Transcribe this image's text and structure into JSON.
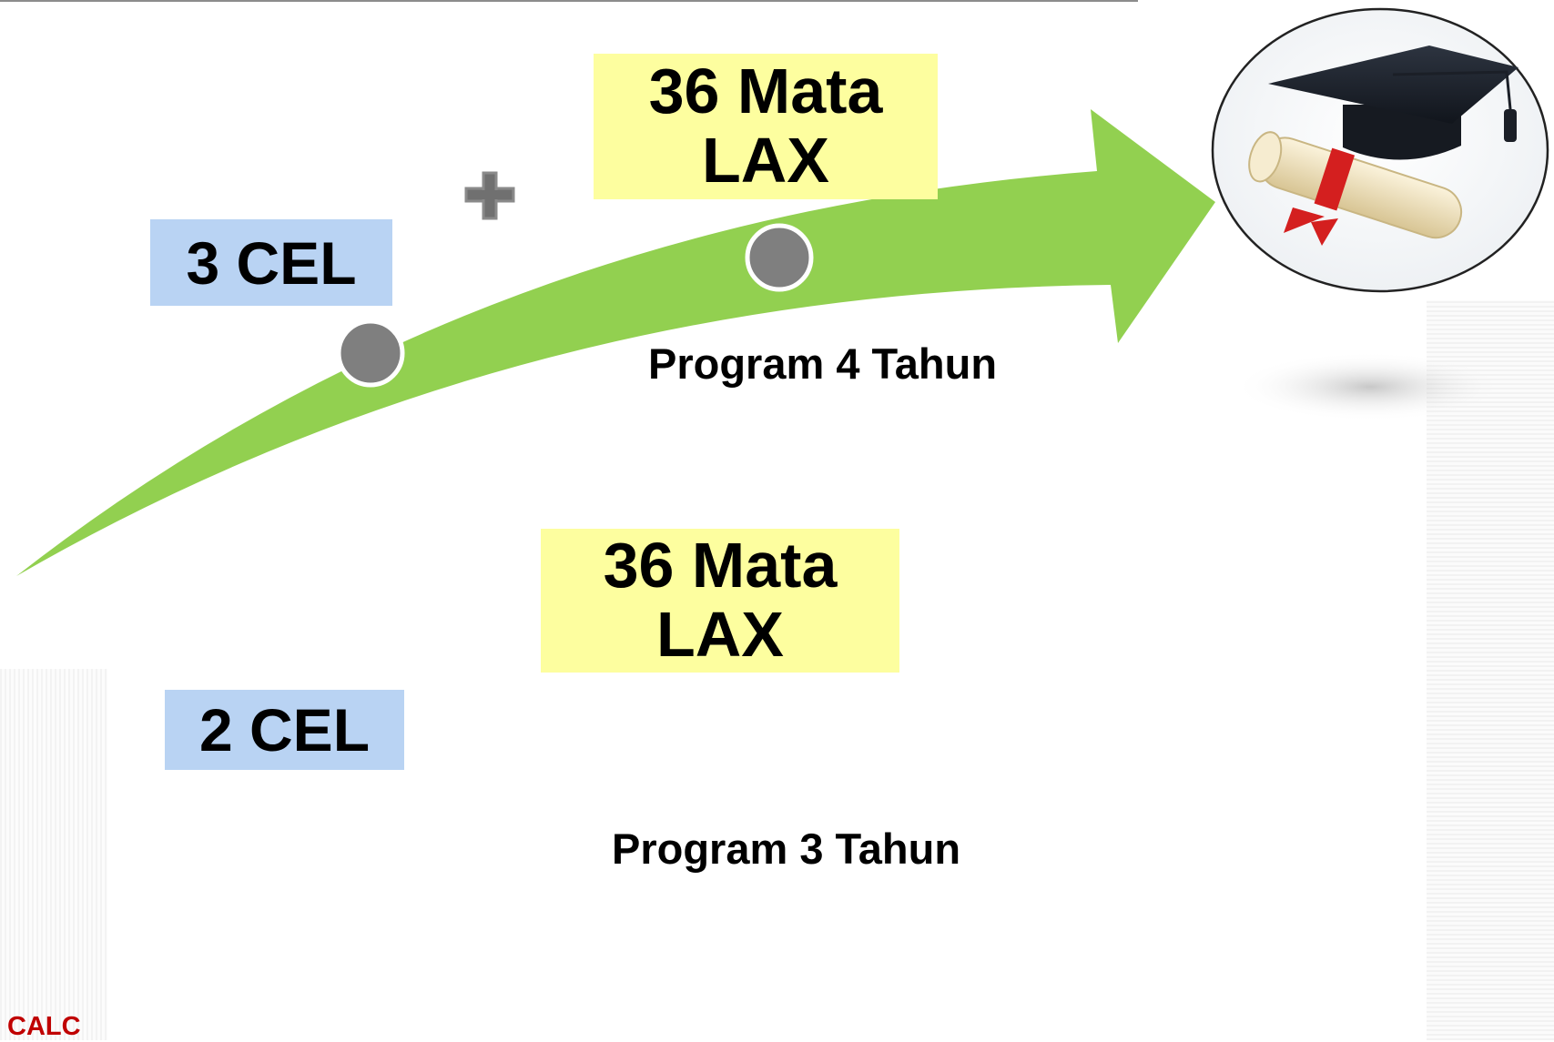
{
  "colors": {
    "arrow": "#92d050",
    "node": "#7f7f7f",
    "cel_box": "#b9d3f3",
    "mata_box": "#fdfe9f",
    "plus": "#707070",
    "calc_text": "#c00000"
  },
  "flows": [
    {
      "cel_label": "3 CEL",
      "mata_label": "36 Mata\nLAX",
      "program_label": "Program 4 Tahun",
      "plus_icon": "plus-icon",
      "goal_icon": "graduation-cap-diploma-icon"
    },
    {
      "cel_label": "2 CEL",
      "mata_label": "36 Mata\nLAX",
      "program_label": "Program 3 Tahun",
      "plus_icon": "plus-icon",
      "goal_icon": "graduation-cap-diploma-icon"
    }
  ],
  "footer": {
    "logo_text": "CALC"
  }
}
